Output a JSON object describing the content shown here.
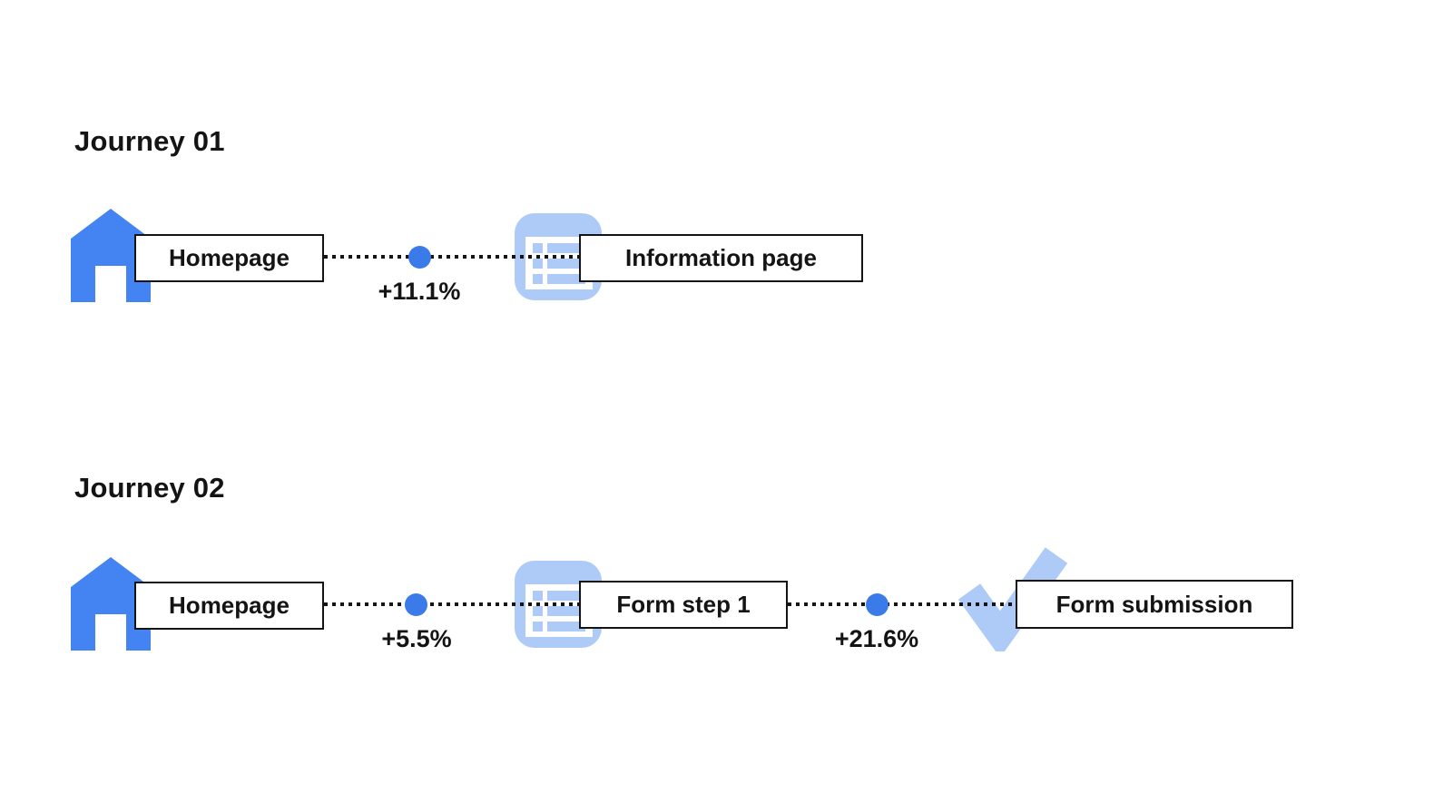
{
  "page": {
    "background": "#ffffff"
  },
  "colors": {
    "node_blue": "#4484f2",
    "node_light_blue": "#aecbf8",
    "transition_dot_blue": "#3a7ae9",
    "line_black": "#141414",
    "box_border": "#141414",
    "box_background": "#ffffff",
    "text_black": "#141414"
  },
  "icons": [
    "home-icon",
    "information-page-icon",
    "form-step-icon",
    "form-submission-check-icon"
  ],
  "journeys": [
    {
      "title": "Journey 01",
      "steps": [
        {
          "icon": "home-icon",
          "label": "Homepage"
        },
        {
          "icon": "information-page-icon",
          "label": "Information page"
        }
      ],
      "transitions": [
        {
          "value": "+11.1%"
        }
      ]
    },
    {
      "title": "Journey 02",
      "steps": [
        {
          "icon": "home-icon",
          "label": "Homepage"
        },
        {
          "icon": "form-step-icon",
          "label": "Form step 1"
        },
        {
          "icon": "form-submission-check-icon",
          "label": "Form submission"
        }
      ],
      "transitions": [
        {
          "value": "+5.5%"
        },
        {
          "value": "+21.6%"
        }
      ]
    }
  ]
}
